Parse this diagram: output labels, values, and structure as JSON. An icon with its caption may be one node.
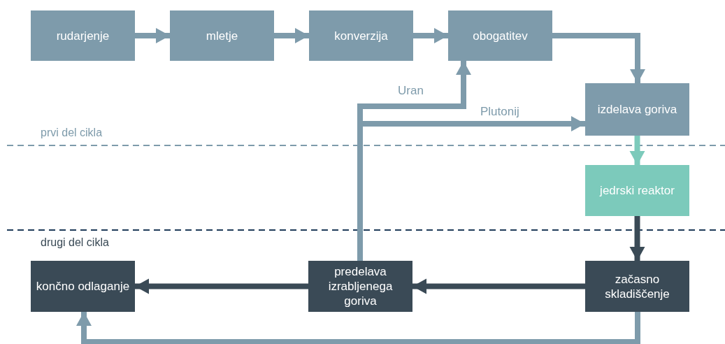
{
  "diagram": {
    "nodes": [
      {
        "text": [
          "rudarjenje"
        ]
      },
      {
        "text": [
          "mletje"
        ]
      },
      {
        "text": [
          "konverzija"
        ]
      },
      {
        "text": [
          "obogatitev"
        ]
      },
      {
        "text": [
          "izdelava goriva"
        ]
      },
      {
        "text": [
          "jedrski reaktor"
        ]
      },
      {
        "text": [
          "začasno skladiščenje"
        ]
      },
      {
        "text": [
          "predelava izrabljenega goriva"
        ]
      },
      {
        "text": [
          "končno odlaganje"
        ]
      }
    ],
    "edges": [
      {
        "from": 0,
        "to": 1,
        "arrow": "to"
      },
      {
        "from": 1,
        "to": 2,
        "arrow": "to"
      },
      {
        "from": 2,
        "to": 3,
        "arrow": "to"
      },
      {
        "from": 3,
        "to": 4,
        "arrow": "to"
      },
      {
        "from": 4,
        "to": 5,
        "arrow": "to",
        "color": "#7ccabb"
      },
      {
        "from": 5,
        "to": 6,
        "arrow": "to",
        "color": "#3a4a56"
      },
      {
        "from": 6,
        "to": 7,
        "arrow": "to",
        "color": "#3a4a56"
      },
      {
        "from": 7,
        "to": 8,
        "arrow": "to",
        "color": "#3a4a56"
      },
      {
        "from": 7,
        "to": 3,
        "arrow": "to",
        "label": "Uran"
      },
      {
        "from": 7,
        "to": 4,
        "arrow": "to",
        "label": "Plutonij"
      },
      {
        "from": 6,
        "to": 8,
        "arrow": "to"
      }
    ],
    "labels": [
      "prvi del cikla",
      "drugi del cikla"
    ]
  }
}
